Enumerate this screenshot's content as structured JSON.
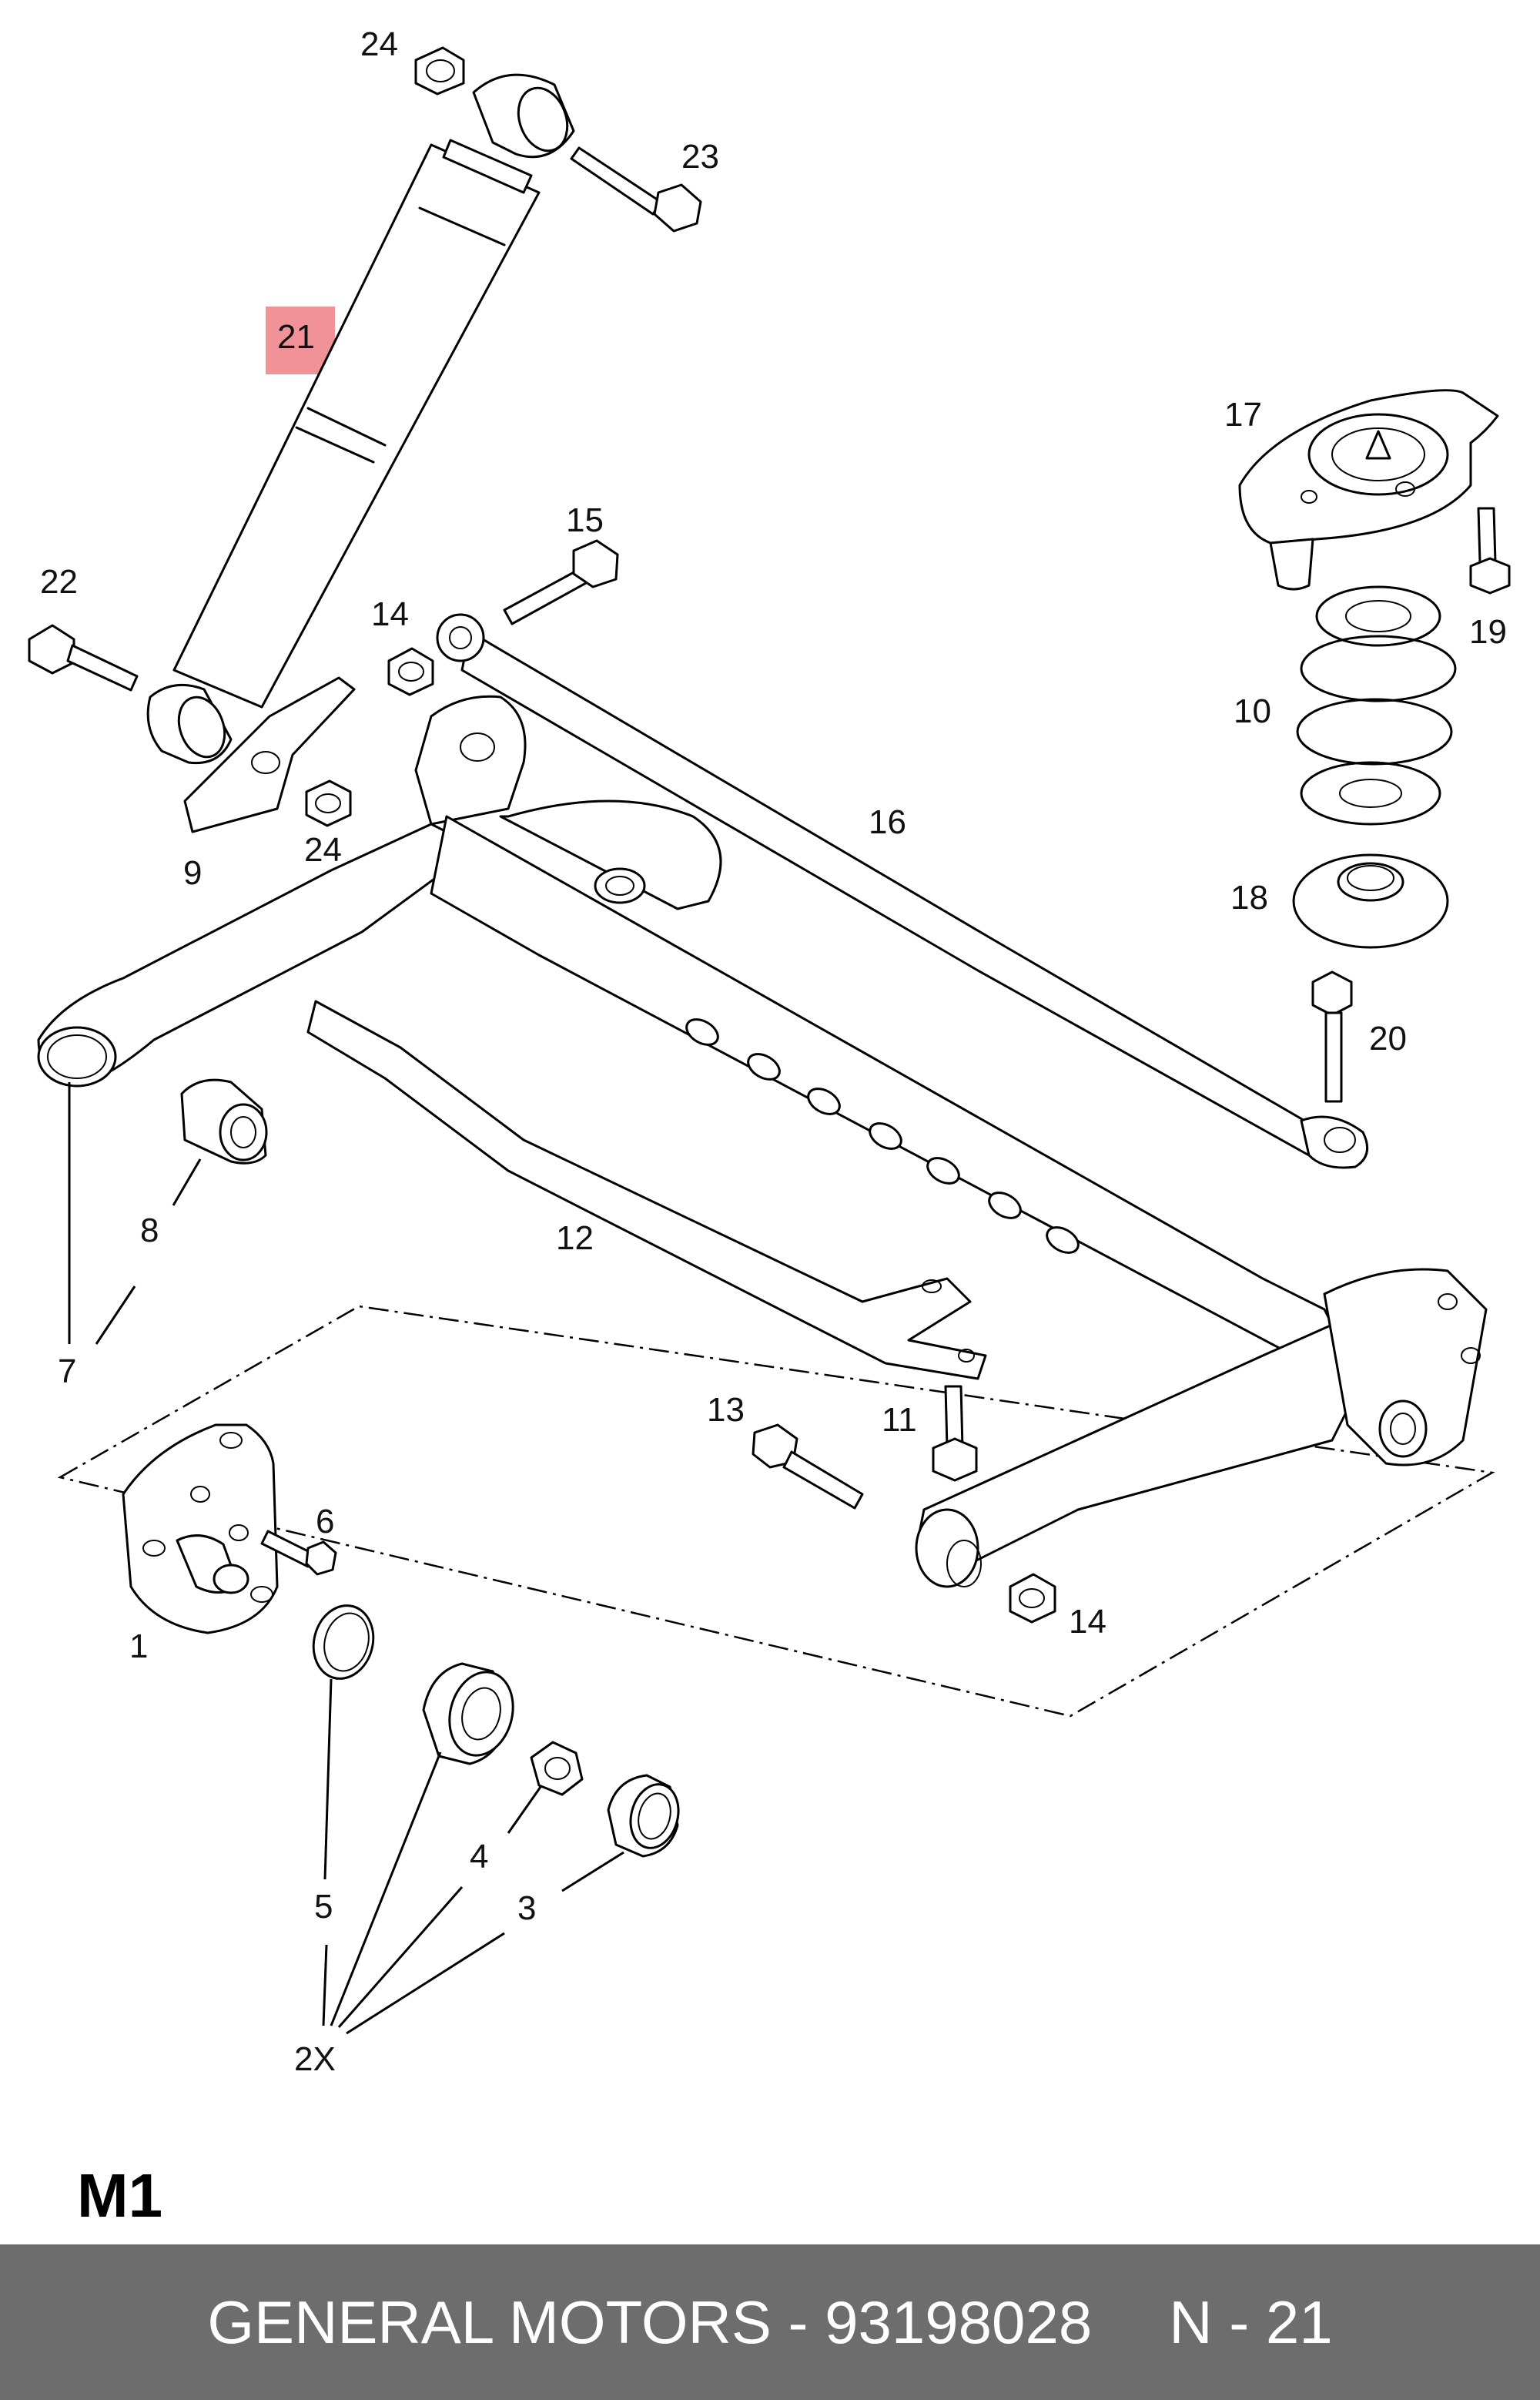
{
  "diagram": {
    "code": "M1",
    "highlighted_callout": "21",
    "callouts": [
      {
        "id": "c24a",
        "text": "24"
      },
      {
        "id": "c23",
        "text": "23"
      },
      {
        "id": "c21",
        "text": "21"
      },
      {
        "id": "c17",
        "text": "17"
      },
      {
        "id": "c15",
        "text": "15"
      },
      {
        "id": "c22",
        "text": "22"
      },
      {
        "id": "c14a",
        "text": "14"
      },
      {
        "id": "c19",
        "text": "19"
      },
      {
        "id": "c10",
        "text": "10"
      },
      {
        "id": "c9",
        "text": "9"
      },
      {
        "id": "c24b",
        "text": "24"
      },
      {
        "id": "c16",
        "text": "16"
      },
      {
        "id": "c18",
        "text": "18"
      },
      {
        "id": "c20",
        "text": "20"
      },
      {
        "id": "c8",
        "text": "8"
      },
      {
        "id": "c12",
        "text": "12"
      },
      {
        "id": "c7",
        "text": "7"
      },
      {
        "id": "c13",
        "text": "13"
      },
      {
        "id": "c11",
        "text": "11"
      },
      {
        "id": "c6",
        "text": "6"
      },
      {
        "id": "c14b",
        "text": "14"
      },
      {
        "id": "c1",
        "text": "1"
      },
      {
        "id": "c4",
        "text": "4"
      },
      {
        "id": "c5",
        "text": "5"
      },
      {
        "id": "c3",
        "text": "3"
      },
      {
        "id": "c2x",
        "text": "2X"
      }
    ]
  },
  "footer": {
    "brand_part": "GENERAL MOTORS - 93198028",
    "ref": "N - 21"
  }
}
